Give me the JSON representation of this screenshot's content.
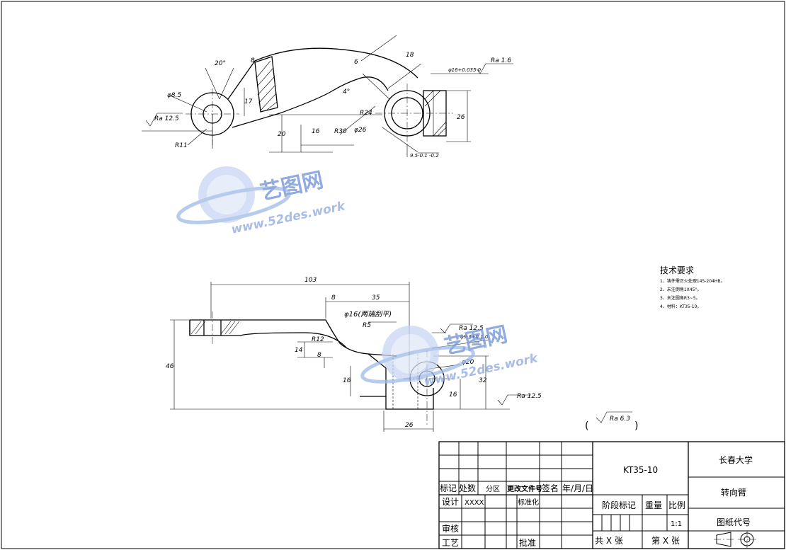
{
  "drawing": {
    "views": {
      "top": {
        "dimensions": [
          "20°",
          "8",
          "φ8.5",
          "17",
          "Ra 12.5",
          "R11",
          "20",
          "16",
          "R30",
          "R24",
          "6",
          "18",
          "4°",
          "φ26",
          "φ16+0.035 0",
          "Ra 1.6",
          "26",
          "9.5-0.1 -0.2"
        ]
      },
      "front": {
        "dimensions": [
          "103",
          "8",
          "35",
          "φ16(两端刮平)",
          "R5",
          "R12",
          "14",
          "8",
          "16",
          "46",
          "Ra 12.5",
          "φ9.3+0.1 0",
          "φ20",
          "32",
          "16",
          "Ra 12.5",
          "26"
        ]
      }
    },
    "general_roughness": "Ra 6.3",
    "tech_requirements": {
      "title": "技术要求",
      "items": [
        "1、铸件需正火处理145-204HB。",
        "2、未注倒角1X45°。",
        "3、未注圆角R3~5。",
        "4、材料：KT35-10。"
      ]
    }
  },
  "watermark": {
    "brand": "艺图网",
    "site": "www.52des.work"
  },
  "title_block": {
    "material": "KT35-10",
    "school": "长春大学",
    "part_name": "转向臂",
    "drawing_code_label": "图纸代号",
    "headers": [
      "标记",
      "处数",
      "分区",
      "更改文件号",
      "签名",
      "年/月/日"
    ],
    "design": "设计",
    "design_value": "XXXX",
    "standardize": "标准化",
    "review": "审核",
    "process": "工艺",
    "approve": "批准",
    "stage_mark": "阶段标记",
    "weight": "重量",
    "scale": "比例",
    "scale_value": "1:1",
    "sheets_total": "共 X 张",
    "sheet_no": "第 X 张"
  }
}
